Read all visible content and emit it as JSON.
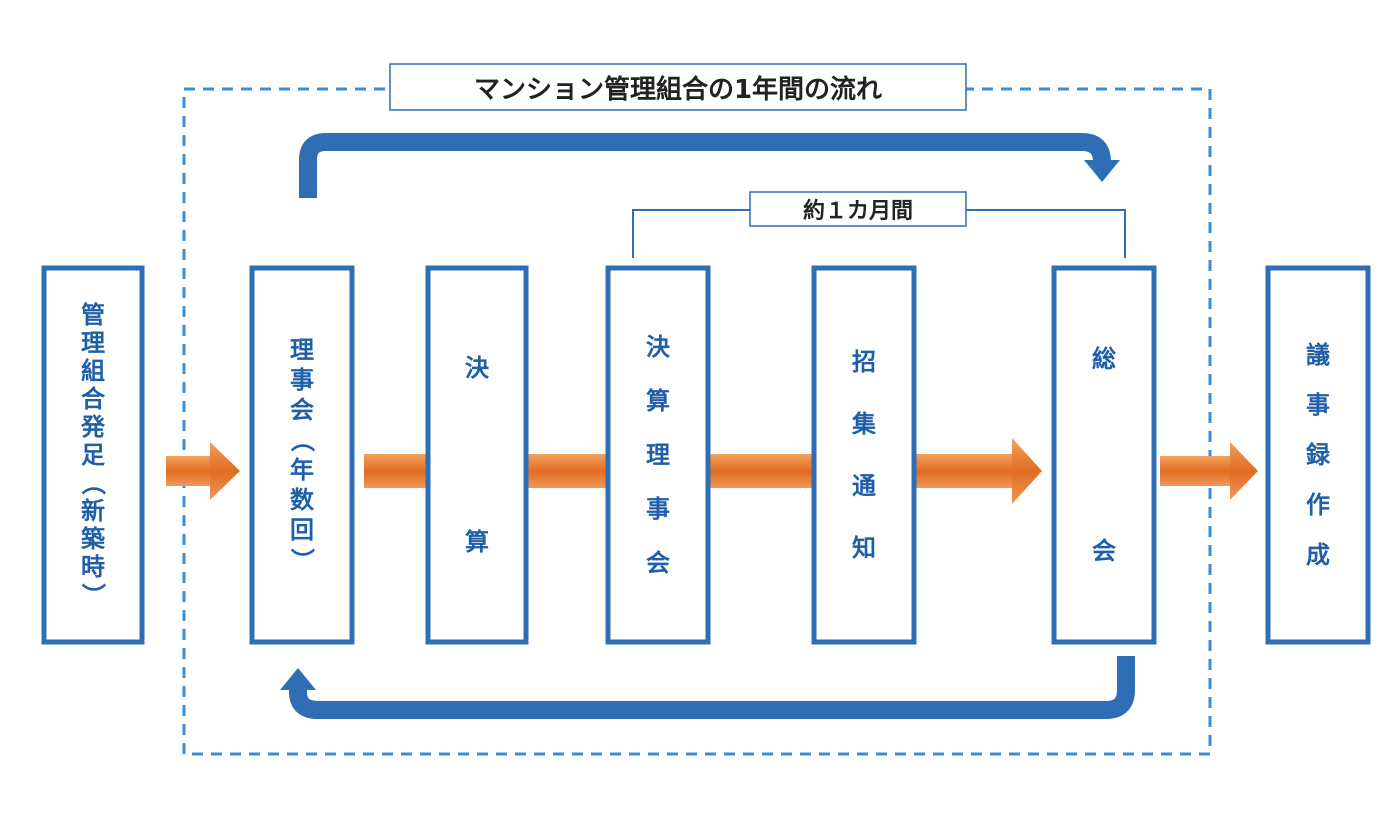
{
  "title": "マンション管理組合の1年間の流れ",
  "period_label": "約１カ月間",
  "colors": {
    "blue": "#2f6db4",
    "dashed": "#3a8fd0",
    "orange": "#e8772e",
    "text": "#1f5fa8"
  },
  "boxes": [
    {
      "id": "founding",
      "label": "管理組合発足（新築時）"
    },
    {
      "id": "board",
      "label": "理事会（年数回）"
    },
    {
      "id": "settlement",
      "label": "決算"
    },
    {
      "id": "settlement-board",
      "label": "決算理事会"
    },
    {
      "id": "notice",
      "label": "招集通知"
    },
    {
      "id": "general-meeting",
      "label": "総会"
    },
    {
      "id": "minutes",
      "label": "議事録作成"
    }
  ]
}
